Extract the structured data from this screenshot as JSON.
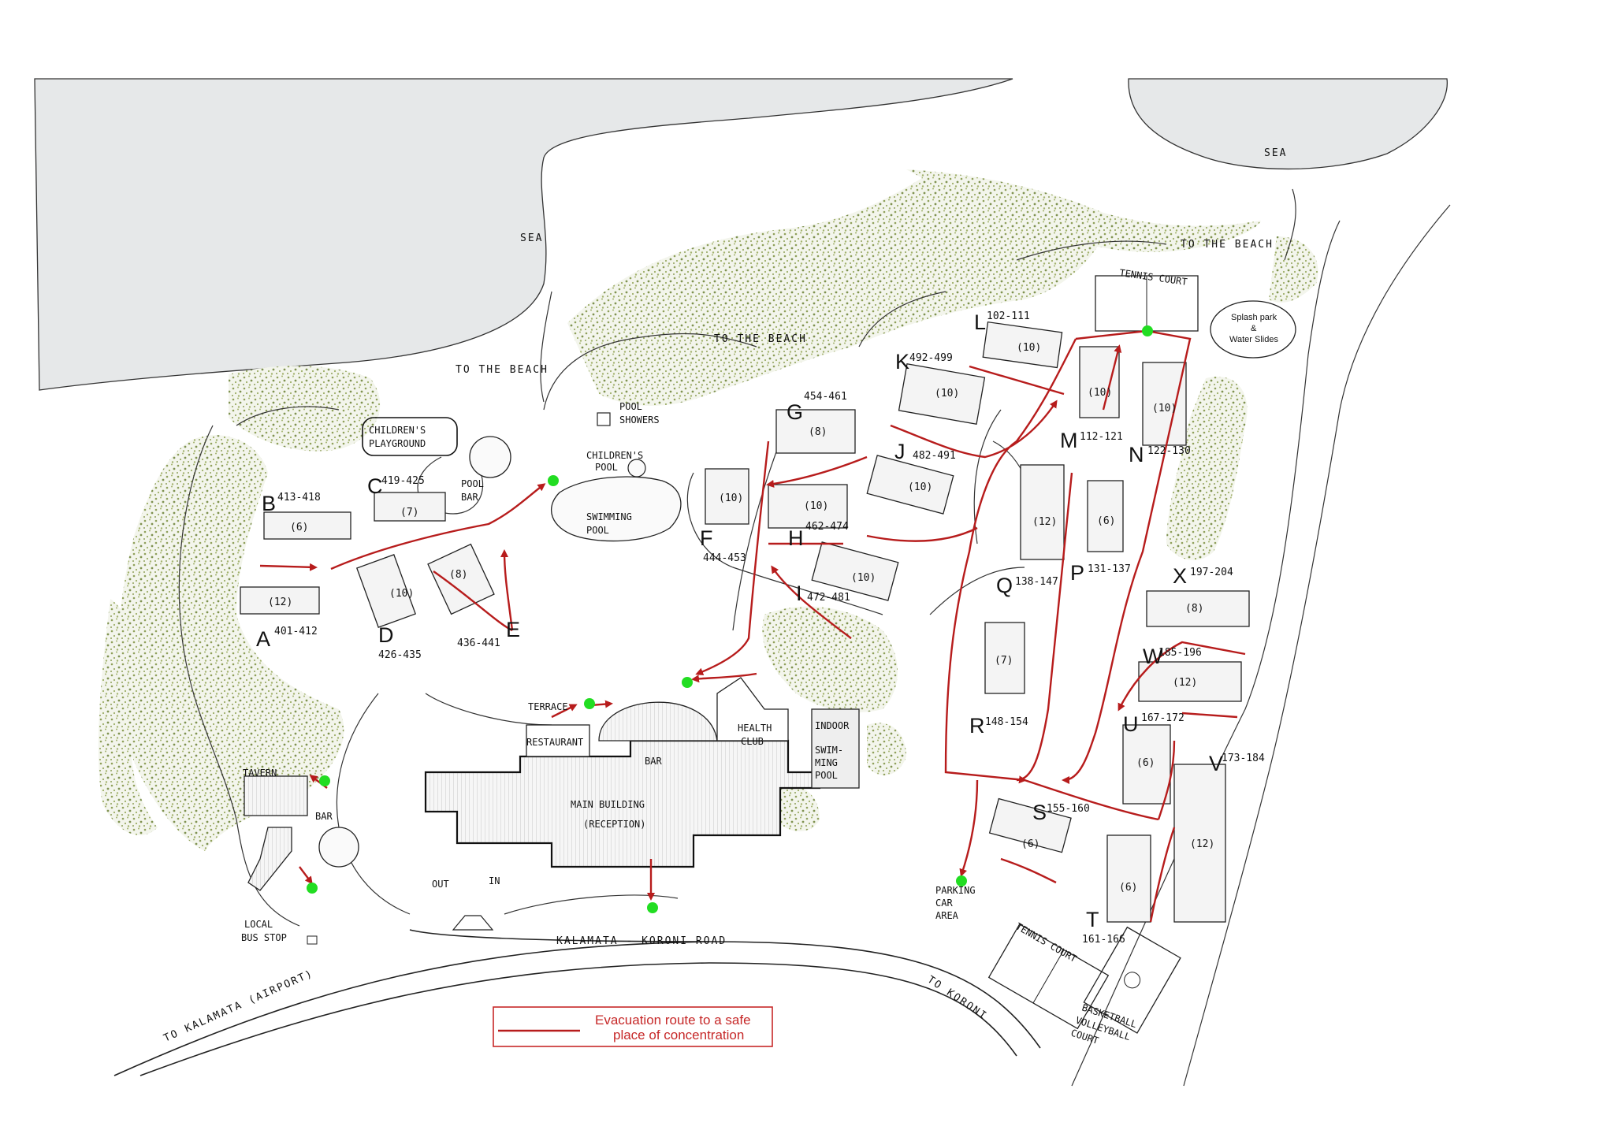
{
  "map": {
    "sea_labels": [
      "SEA",
      "SEA"
    ],
    "to_the_beach": [
      "TO THE BEACH",
      "TO THE BEACH",
      "TO THE BEACH"
    ],
    "childrens_playground": [
      "CHILDREN'S",
      "PLAYGROUND"
    ],
    "pool_showers": [
      "POOL",
      "SHOWERS"
    ],
    "childrens_pool": [
      "CHILDREN'S",
      "POOL"
    ],
    "swimming_pool": [
      "SWIMMING",
      "POOL"
    ],
    "pool_bar": [
      "POOL",
      "BAR"
    ],
    "tennis_court_top": "TENNIS COURT",
    "tennis_court_bottom": "TENNIS COURT",
    "splash_park": [
      "Splash park",
      "&",
      "Water Slides"
    ],
    "terrace": "TERRACE",
    "restaurant": "RESTAURANT",
    "bar_main": "BAR",
    "health_club": [
      "HEALTH",
      "CLUB"
    ],
    "indoor_pool": [
      "INDOOR",
      "SWIM-",
      "MING",
      "POOL"
    ],
    "main_building": "MAIN BUILDING",
    "reception": "(RECEPTION)",
    "tavern": "TAVERN",
    "tavern_bar": "BAR",
    "out": "OUT",
    "in": "IN",
    "bus_stop": [
      "LOCAL",
      "BUS STOP"
    ],
    "road": "KALAMATA - KORONI ROAD",
    "to_kalamata": "TO KALAMATA (AIRPORT)",
    "to_koroni": "TO KORONI",
    "parking": [
      "PARKING",
      "CAR",
      "AREA"
    ],
    "basketball": [
      "BASKETBALL",
      "VOLLEYBALL",
      "COURT"
    ]
  },
  "blocks": [
    {
      "letter": "A",
      "rooms": "401-412",
      "units": "(12)"
    },
    {
      "letter": "B",
      "rooms": "413-418",
      "units": "(6)"
    },
    {
      "letter": "C",
      "rooms": "419-425",
      "units": "(7)"
    },
    {
      "letter": "D",
      "rooms": "426-435",
      "units": "(10)"
    },
    {
      "letter": "E",
      "rooms": "436-441",
      "units": "(8)"
    },
    {
      "letter": "F",
      "rooms": "444-453",
      "units": "(10)"
    },
    {
      "letter": "G",
      "rooms": "454-461",
      "units": "(8)"
    },
    {
      "letter": "H",
      "rooms": "462-474",
      "units": "(10)"
    },
    {
      "letter": "I",
      "rooms": "472-481",
      "units": "(10)"
    },
    {
      "letter": "J",
      "rooms": "482-491",
      "units": "(10)"
    },
    {
      "letter": "K",
      "rooms": "492-499",
      "units": "(10)"
    },
    {
      "letter": "L",
      "rooms": "102-111",
      "units": "(10)"
    },
    {
      "letter": "M",
      "rooms": "112-121",
      "units": "(10)"
    },
    {
      "letter": "N",
      "rooms": "122-130",
      "units": "(10)"
    },
    {
      "letter": "P",
      "rooms": "131-137",
      "units": "(6)"
    },
    {
      "letter": "Q",
      "rooms": "138-147",
      "units": "(12)"
    },
    {
      "letter": "R",
      "rooms": "148-154",
      "units": "(7)"
    },
    {
      "letter": "S",
      "rooms": "155-160",
      "units": "(6)"
    },
    {
      "letter": "T",
      "rooms": "161-166",
      "units": "(6)"
    },
    {
      "letter": "U",
      "rooms": "167-172",
      "units": "(6)"
    },
    {
      "letter": "V",
      "rooms": "173-184",
      "units": "(12)"
    },
    {
      "letter": "W",
      "rooms": "185-196",
      "units": "(12)"
    },
    {
      "letter": "X",
      "rooms": "197-204",
      "units": "(8)"
    }
  ],
  "legend": {
    "line1": "Evacuation route to a safe",
    "line2": "place of concentration",
    "route_color": "#b71c1c",
    "assembly_color": "#22dd22"
  },
  "colors": {
    "sea": "#e6e8e9",
    "vegetation": "#8fa05a"
  }
}
